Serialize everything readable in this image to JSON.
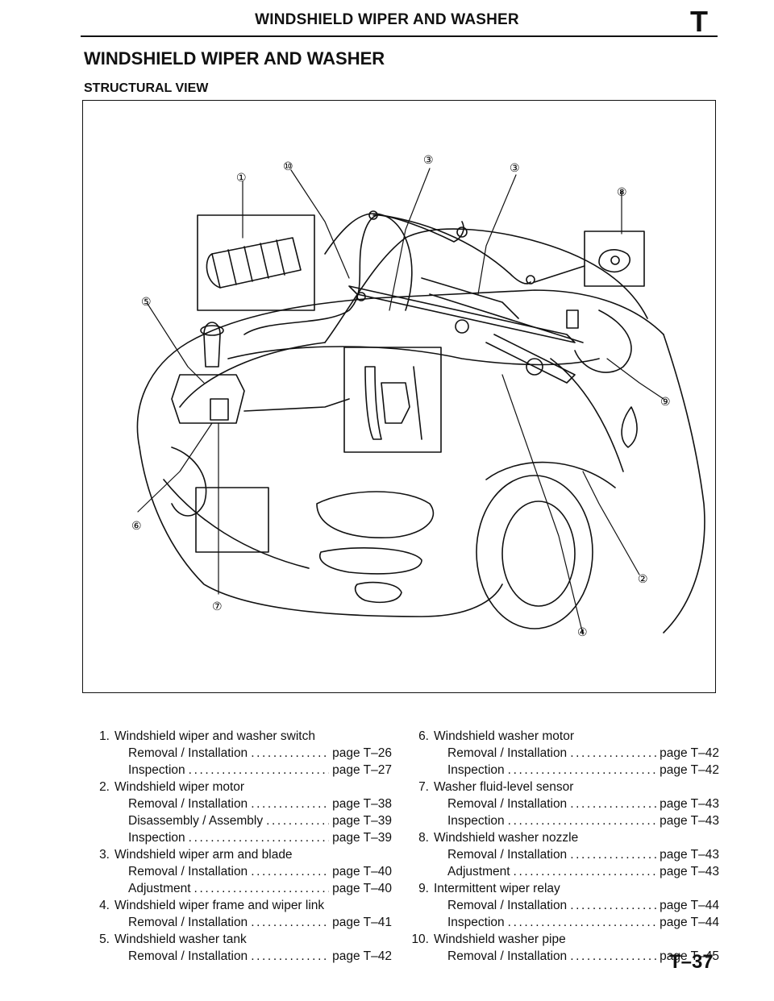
{
  "header": {
    "title": "WINDSHIELD WIPER AND WASHER",
    "section_letter": "T"
  },
  "section_title": "WINDSHIELD WIPER AND WASHER",
  "subsection_title": "STRUCTURAL VIEW",
  "figure": {
    "callouts": [
      "①",
      "②",
      "③",
      "③",
      "④",
      "⑤",
      "⑥",
      "⑦",
      "⑧",
      "⑨",
      "⑩"
    ]
  },
  "components": [
    {
      "number": "1.",
      "name": "Windshield wiper and washer switch",
      "procedures": [
        {
          "label": "Removal / Installation",
          "ref": "page T–26"
        },
        {
          "label": "Inspection",
          "ref": "page T–27"
        }
      ]
    },
    {
      "number": "2.",
      "name": "Windshield wiper motor",
      "procedures": [
        {
          "label": "Removal / Installation",
          "ref": "page T–38"
        },
        {
          "label": "Disassembly / Assembly",
          "ref": "page T–39"
        },
        {
          "label": "Inspection",
          "ref": "page T–39"
        }
      ]
    },
    {
      "number": "3.",
      "name": "Windshield wiper arm and blade",
      "procedures": [
        {
          "label": "Removal / Installation",
          "ref": "page T–40"
        },
        {
          "label": "Adjustment",
          "ref": "page T–40"
        }
      ]
    },
    {
      "number": "4.",
      "name": "Windshield wiper frame and wiper link",
      "procedures": [
        {
          "label": "Removal / Installation",
          "ref": "page T–41"
        }
      ]
    },
    {
      "number": "5.",
      "name": "Windshield washer tank",
      "procedures": [
        {
          "label": "Removal / Installation",
          "ref": "page T–42"
        }
      ]
    },
    {
      "number": "6.",
      "name": "Windshield washer motor",
      "procedures": [
        {
          "label": "Removal / Installation",
          "ref": "page T–42"
        },
        {
          "label": "Inspection",
          "ref": "page T–42"
        }
      ]
    },
    {
      "number": "7.",
      "name": "Washer fluid-level sensor",
      "procedures": [
        {
          "label": "Removal / Installation",
          "ref": "page T–43"
        },
        {
          "label": "Inspection",
          "ref": "page T–43"
        }
      ]
    },
    {
      "number": "8.",
      "name": "Windshield washer nozzle",
      "procedures": [
        {
          "label": "Removal / Installation",
          "ref": "page T–43"
        },
        {
          "label": "Adjustment",
          "ref": "page T–43"
        }
      ]
    },
    {
      "number": "9.",
      "name": "Intermittent wiper relay",
      "procedures": [
        {
          "label": "Removal / Installation",
          "ref": "page T–44"
        },
        {
          "label": "Inspection",
          "ref": "page T–44"
        }
      ]
    },
    {
      "number": "10.",
      "name": "Windshield washer pipe",
      "procedures": [
        {
          "label": "Removal / Installation",
          "ref": "page T–45"
        }
      ]
    }
  ],
  "page_number": "T–37"
}
